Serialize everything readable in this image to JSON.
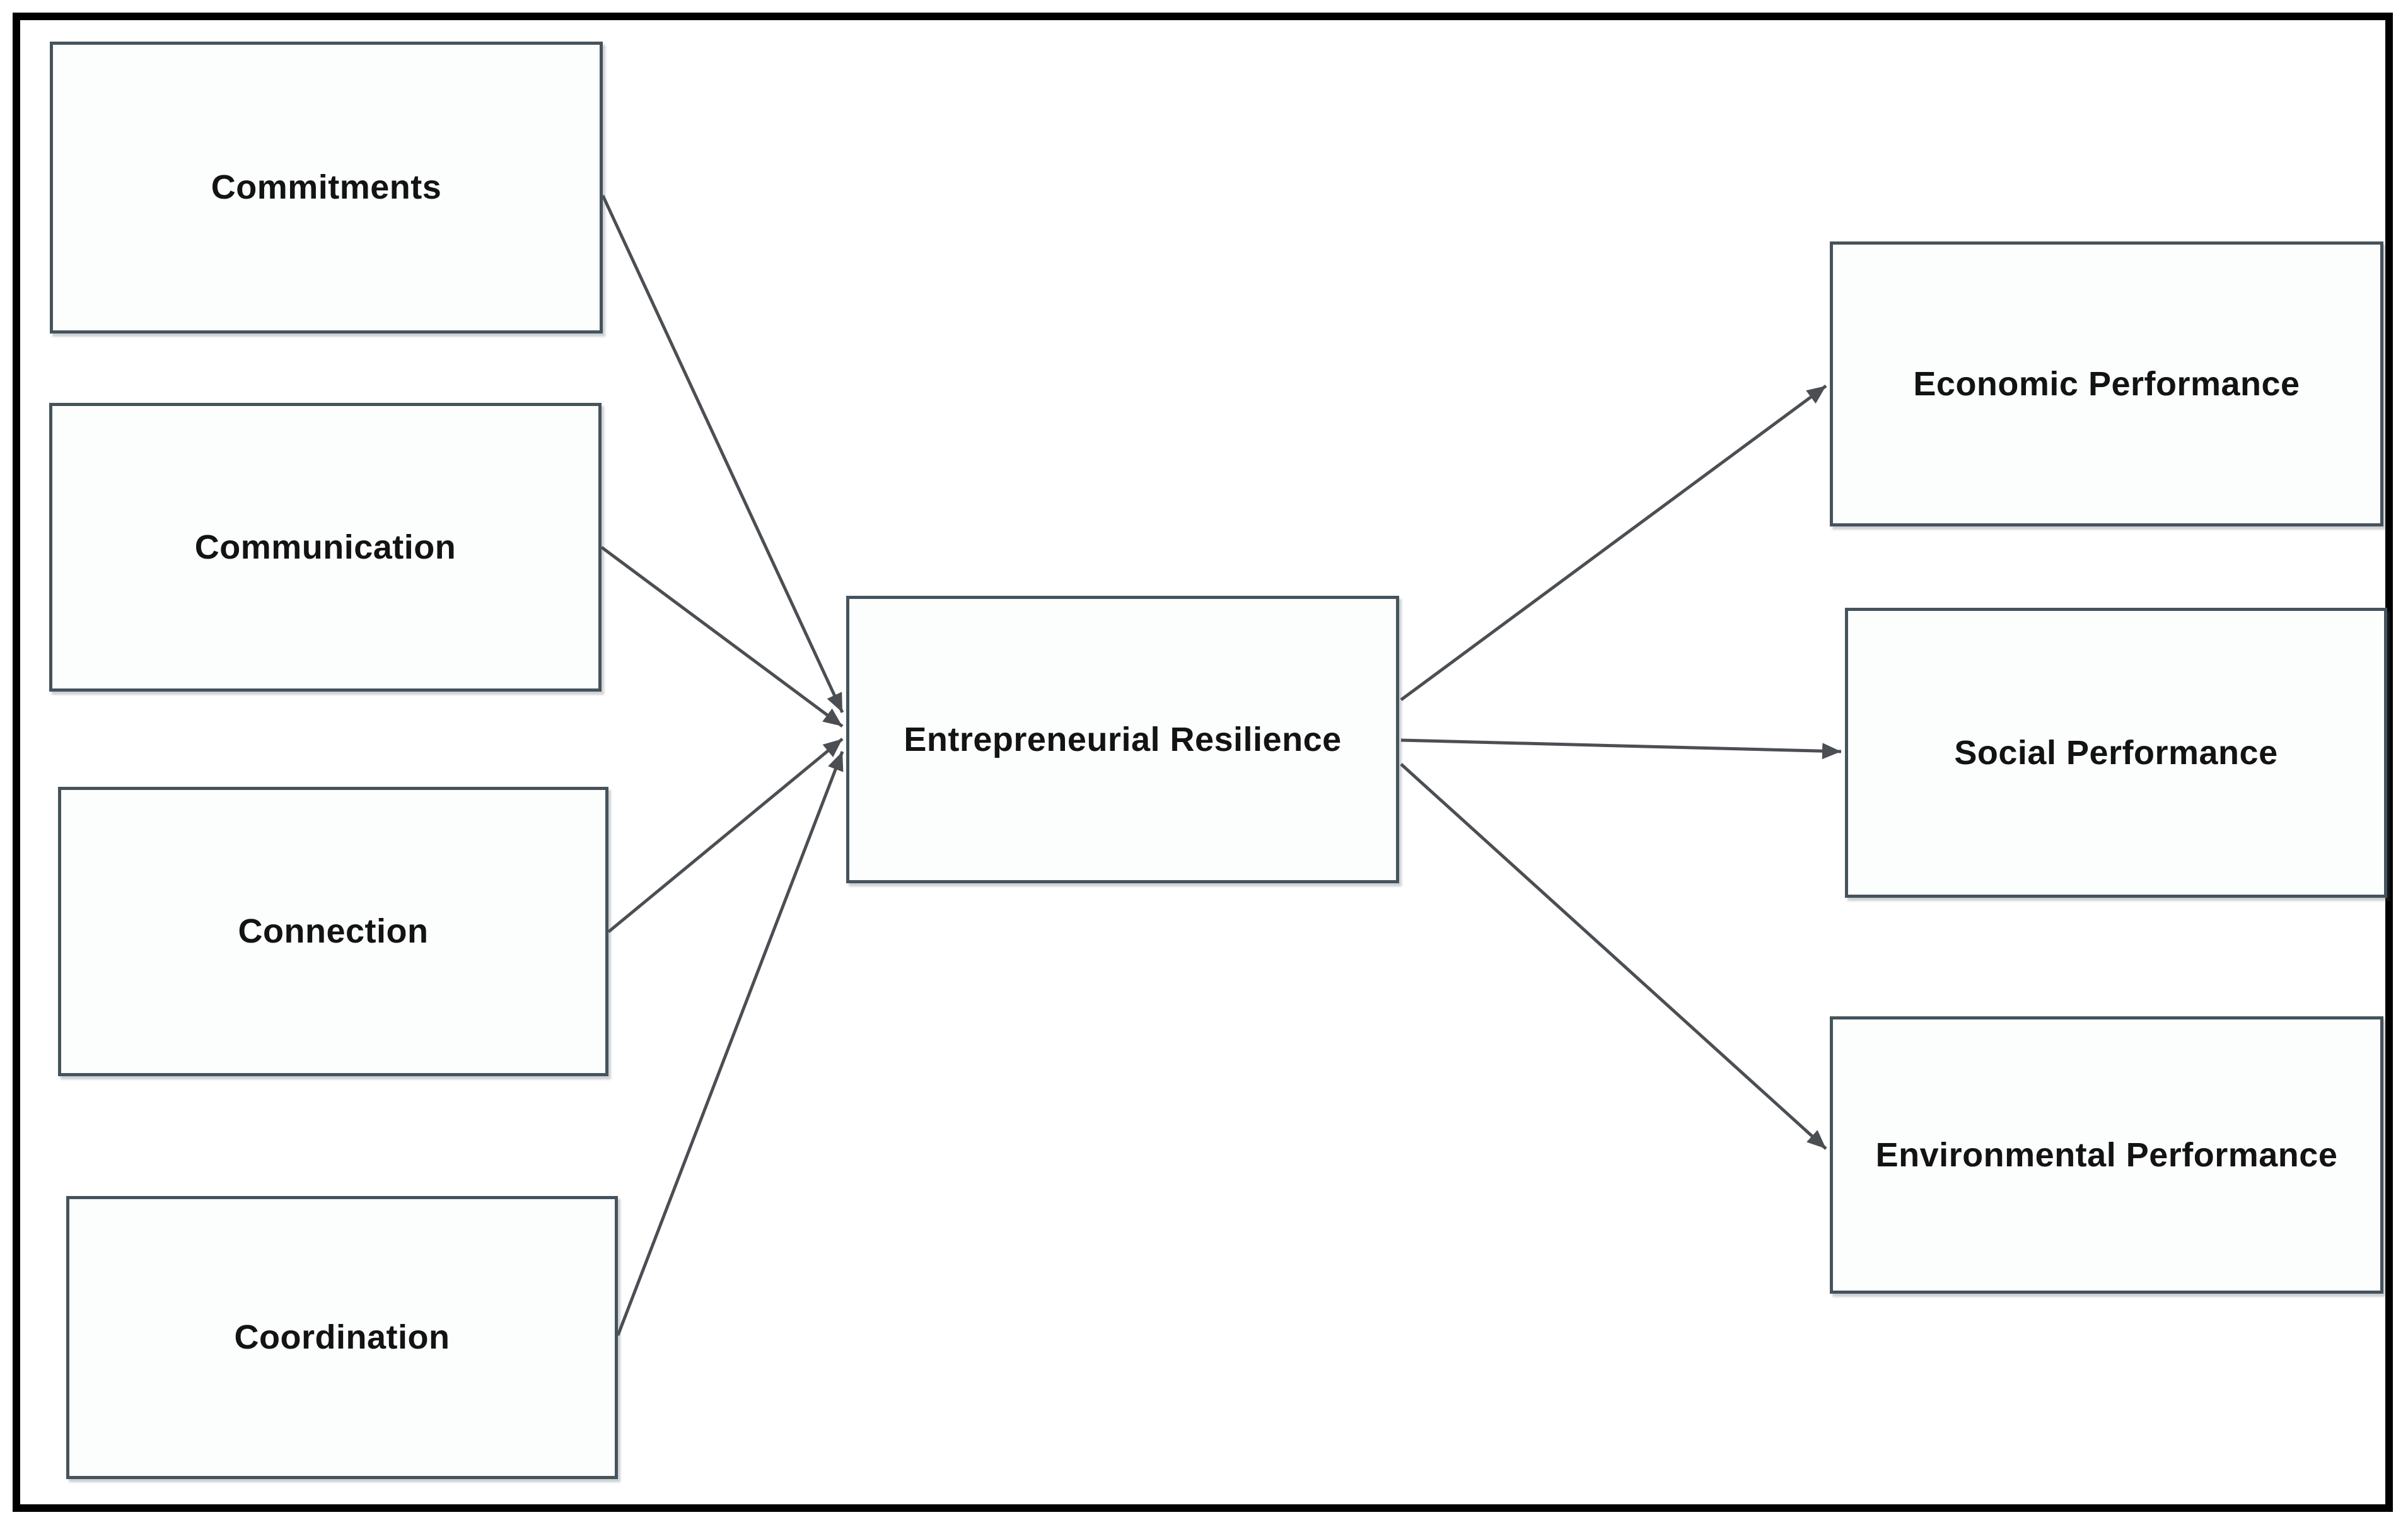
{
  "diagram": {
    "type": "path-model",
    "center_node": {
      "id": "resilience",
      "label": "Entrepreneurial Resilience"
    },
    "left_nodes": [
      {
        "id": "commitments",
        "label": "Commitments"
      },
      {
        "id": "communication",
        "label": "Communication"
      },
      {
        "id": "connection",
        "label": "Connection"
      },
      {
        "id": "coordination",
        "label": "Coordination"
      }
    ],
    "right_nodes": [
      {
        "id": "economic",
        "label": "Economic Performance"
      },
      {
        "id": "social",
        "label": "Social Performance"
      },
      {
        "id": "environmental",
        "label": "Environmental Performance"
      }
    ],
    "edges": [
      {
        "from": "commitments",
        "to": "resilience"
      },
      {
        "from": "communication",
        "to": "resilience"
      },
      {
        "from": "connection",
        "to": "resilience"
      },
      {
        "from": "coordination",
        "to": "resilience"
      },
      {
        "from": "resilience",
        "to": "economic"
      },
      {
        "from": "resilience",
        "to": "social"
      },
      {
        "from": "resilience",
        "to": "environmental"
      }
    ],
    "colors": {
      "background": "#ffffff",
      "outer_border": "#000000",
      "box_border": "#45535c",
      "box_fill": "#fcfdfd",
      "arrow": "#4b4f53",
      "text": "#131313"
    }
  }
}
